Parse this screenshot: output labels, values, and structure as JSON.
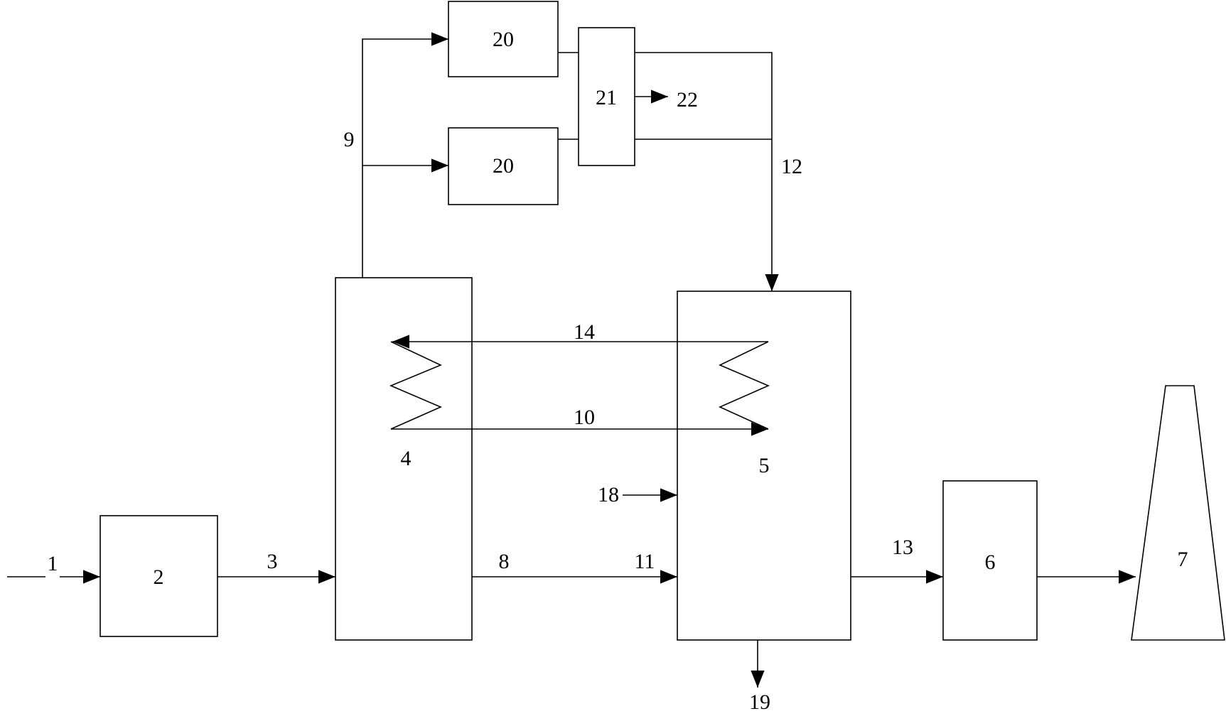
{
  "diagram": {
    "boxes": {
      "b2": "2",
      "b4": "4",
      "b5": "5",
      "b6": "6",
      "b7": "7",
      "b20_top": "20",
      "b20_bottom": "20",
      "b21": "21"
    },
    "streams": {
      "s1": "1",
      "s3": "3",
      "s8": "8",
      "s9": "9",
      "s10": "10",
      "s11": "11",
      "s12": "12",
      "s13": "13",
      "s14": "14",
      "s18": "18",
      "s19": "19",
      "s22": "22"
    }
  }
}
